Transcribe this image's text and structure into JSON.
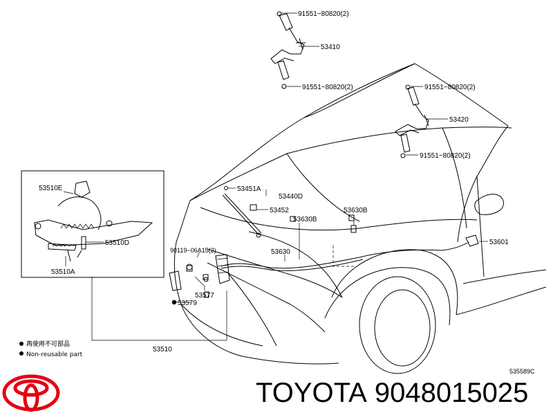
{
  "labels": {
    "p91551_top": "91551−80820(2)",
    "p53410": "53410",
    "p91551_mid": "91551−80820(2)",
    "p91551_r1": "91551−80820(2)",
    "p53420": "53420",
    "p91551_r2": "91551−80820(2)",
    "p53510E": "53510E",
    "p53510D": "53510D",
    "p53510A": "53510A",
    "p53451A": "53451A",
    "p53440D": "53440D",
    "p53452": "53452",
    "p53630B_a": "53630B",
    "p53630B_b": "53630B",
    "p90119": "90119−06A15(2)",
    "p53630": "53630",
    "p53601": "53601",
    "p53577": "53577",
    "p53579": "53579",
    "p53510": "53510"
  },
  "legend": {
    "jp_text": "再使用不可部品",
    "en_text": "Non-reusable part"
  },
  "drawing_code": "535589C",
  "brand": {
    "name": "TOYOTA",
    "part_number": "9048015025",
    "logo_color": "#e60012"
  }
}
